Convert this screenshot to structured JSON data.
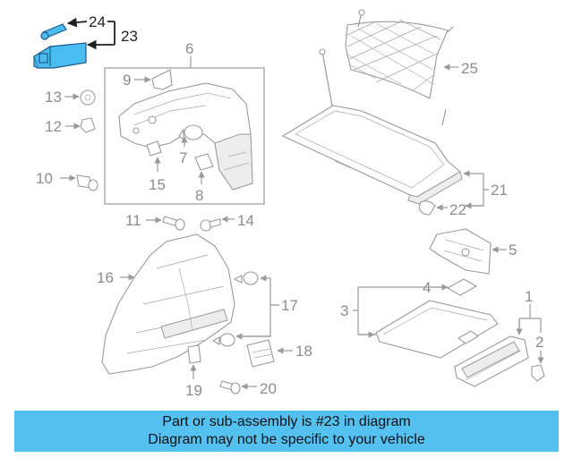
{
  "callouts": {
    "c1": "1",
    "c2": "2",
    "c3": "3",
    "c4": "4",
    "c5": "5",
    "c6": "6",
    "c7": "7",
    "c8": "8",
    "c9": "9",
    "c10": "10",
    "c11": "11",
    "c12": "12",
    "c13": "13",
    "c14": "14",
    "c15": "15",
    "c16": "16",
    "c17": "17",
    "c18": "18",
    "c19": "19",
    "c20": "20",
    "c21": "21",
    "c22": "22",
    "c23": "23",
    "c24": "24",
    "c25": "25"
  },
  "highlight": {
    "part": "23",
    "color": "#49bdf0"
  },
  "banner": {
    "line1": "Part or sub-assembly is #23 in diagram",
    "line2": "Diagram may not be specific to your vehicle",
    "color": "#55c1f1"
  }
}
